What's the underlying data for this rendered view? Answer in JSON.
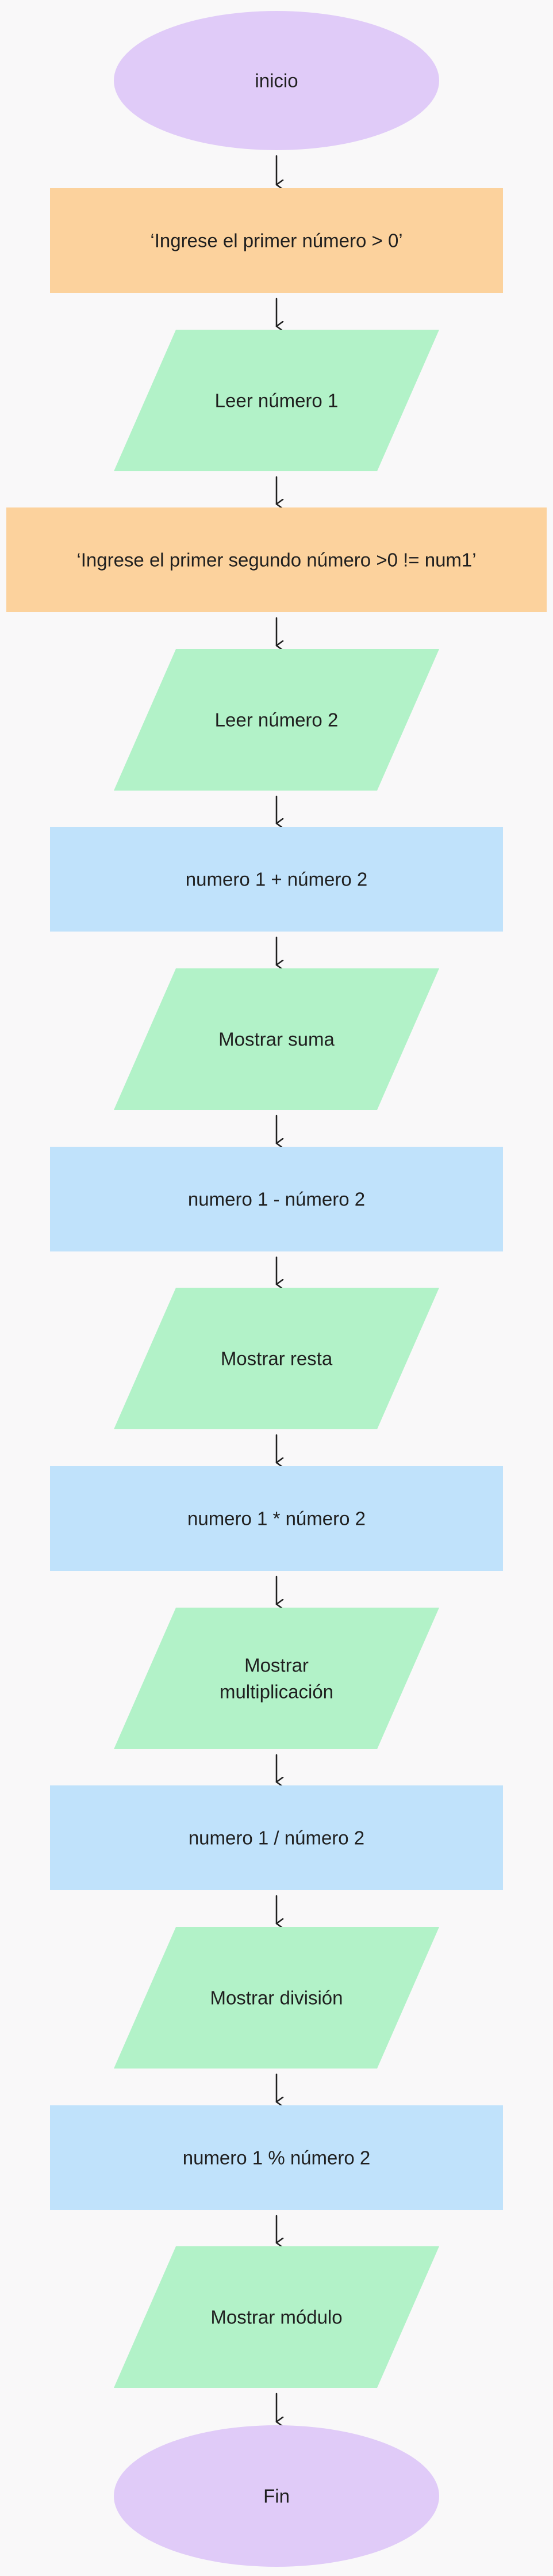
{
  "colors": {
    "background": "#f9f8f9",
    "terminal": "#e0cbf8",
    "message": "#fcd29d",
    "io": "#b2f2c8",
    "process": "#c0e2fb",
    "text": "#1f1f1f",
    "arrow": "#1f1f1f"
  },
  "nodes": [
    {
      "id": "start",
      "shape": "terminal",
      "lines": [
        "inicio"
      ]
    },
    {
      "id": "prompt-1",
      "shape": "message",
      "lines": [
        "‘Ingrese el primer número > 0’"
      ]
    },
    {
      "id": "read-1",
      "shape": "io",
      "lines": [
        "Leer número 1"
      ]
    },
    {
      "id": "prompt-2",
      "shape": "message",
      "lines": [
        "‘Ingrese el primer segundo número >0 != num1’"
      ]
    },
    {
      "id": "read-2",
      "shape": "io",
      "lines": [
        "Leer número 2"
      ]
    },
    {
      "id": "sum",
      "shape": "process",
      "lines": [
        "numero 1 + número 2"
      ]
    },
    {
      "id": "show-sum",
      "shape": "io",
      "lines": [
        "Mostrar suma"
      ]
    },
    {
      "id": "sub",
      "shape": "process",
      "lines": [
        "numero 1 - número 2"
      ]
    },
    {
      "id": "show-sub",
      "shape": "io",
      "lines": [
        "Mostrar resta"
      ]
    },
    {
      "id": "mul",
      "shape": "process",
      "lines": [
        "numero 1 * número 2"
      ]
    },
    {
      "id": "show-mul",
      "shape": "io",
      "lines": [
        "Mostrar",
        "multiplicación"
      ]
    },
    {
      "id": "div",
      "shape": "process",
      "lines": [
        "numero 1 / número 2"
      ]
    },
    {
      "id": "show-div",
      "shape": "io",
      "lines": [
        "Mostrar división"
      ]
    },
    {
      "id": "mod",
      "shape": "process",
      "lines": [
        "numero 1 % número 2"
      ]
    },
    {
      "id": "show-mod",
      "shape": "io",
      "lines": [
        "Mostrar módulo"
      ]
    },
    {
      "id": "end",
      "shape": "terminal",
      "lines": [
        "Fin"
      ]
    }
  ]
}
